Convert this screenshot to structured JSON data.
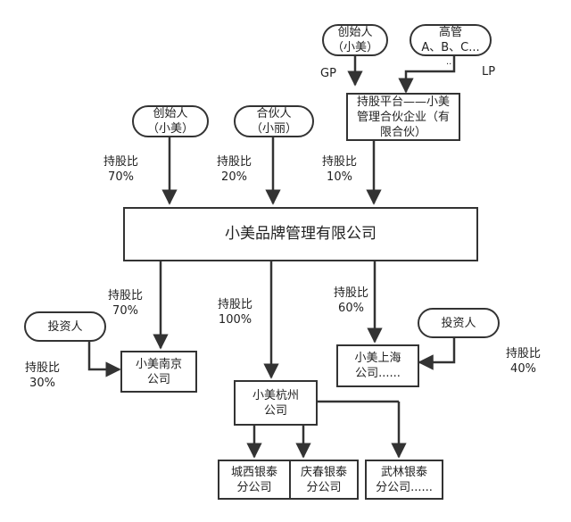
{
  "nodes": {
    "founder_top": "创始人\n（小美）",
    "executives": "高管\nA、B、C...",
    "holding_platform": "持股平台——小美\n管理合伙企业（有\n限合伙）",
    "founder": "创始人\n（小美）",
    "partner": "合伙人\n（小丽）",
    "main_company": "小美品牌管理有限公司",
    "investor_left": "投资人",
    "investor_right": "投资人",
    "nanjing": "小美南京\n公司",
    "hangzhou": "小美杭州\n公司",
    "shanghai": "小美上海\n公司......",
    "chengxi": "城西银泰\n分公司",
    "qingchun": "庆春银泰\n分公司",
    "wulin": "武林银泰\n分公司......"
  },
  "labels": {
    "gp": "GP",
    "lp": "LP",
    "dots": "··",
    "stake_founder": "持股比\n70%",
    "stake_partner": "持股比\n20%",
    "stake_platform": "持股比\n10%",
    "stake_nanjing": "持股比\n70%",
    "stake_hangzhou": "持股比\n100%",
    "stake_shanghai": "持股比\n60%",
    "stake_investor_left": "持股比\n30%",
    "stake_investor_right": "持股比\n40%"
  }
}
